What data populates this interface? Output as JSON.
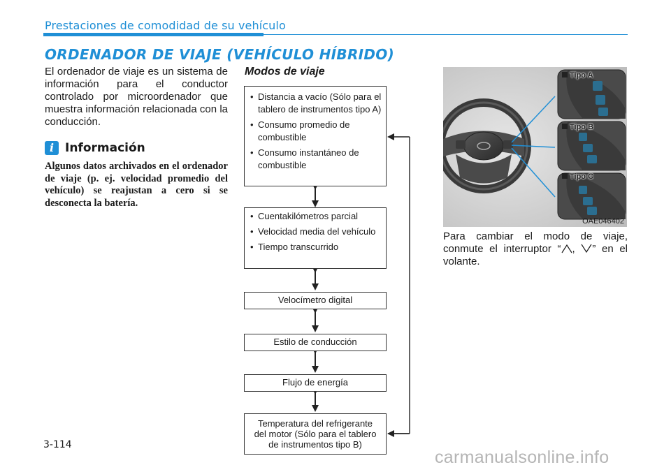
{
  "header": {
    "title": "Prestaciones de comodidad de su vehículo"
  },
  "section_title": "ORDENADOR DE VIAJE (VEHÍCULO HÍBRIDO)",
  "intro": "El ordenador de viaje es un sistema de información para el conductor controlado por microordenador que muestra información relacionada con la conducción.",
  "info": {
    "icon": "info-icon",
    "icon_letter": "i",
    "title": "Información",
    "body": "Algunos datos archivados en el ordenador de viaje (p. ej. velocidad promedio del vehículo) se reajustan a cero si se desconecta la batería."
  },
  "modes": {
    "title": "Modos de viaje",
    "box1": [
      "Distancia a vacío (Sólo para el tablero de instrumentos tipo A)",
      "Consumo promedio de combustible",
      "Consumo instantáneo de combustible"
    ],
    "box2": [
      "Cuentakilómetros parcial",
      "Velocidad media del vehículo",
      "Tiempo transcurrido"
    ],
    "box3": "Velocímetro digital",
    "box4": "Estilo de conducción",
    "box5": "Flujo de energía",
    "box6": [
      "Temperatura del refrigerante",
      "del motor (Sólo para el tablero",
      "de instrumentos tipo B)"
    ]
  },
  "photo": {
    "id": "OAE046402",
    "tipo_a": "Tipo A",
    "tipo_b": "Tipo B",
    "tipo_c": "Tipo C"
  },
  "change_text": {
    "part1": "Para cambiar el modo de viaje, conmute el interruptor “",
    "part2": ", ",
    "part3": "” en el volante."
  },
  "page_number": "3-114",
  "watermark": "carmanualsonline.info",
  "colors": {
    "accent": "#1f8fd6"
  }
}
